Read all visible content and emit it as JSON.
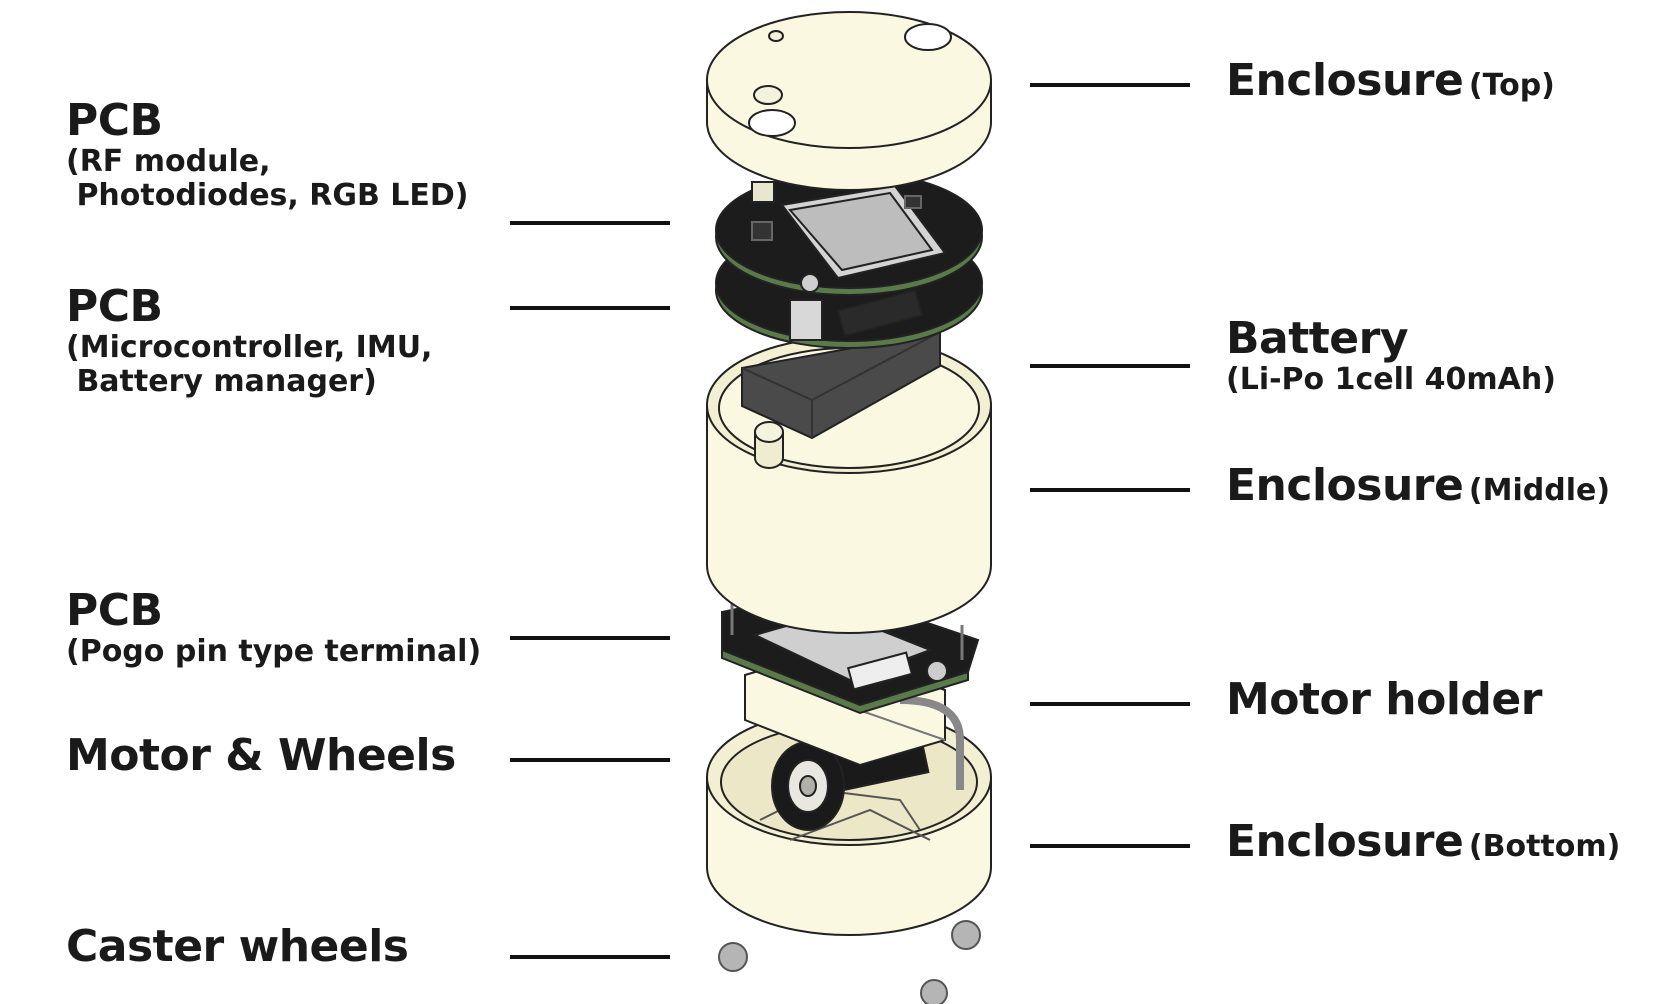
{
  "left_labels": [
    {
      "id": "pcb-rf",
      "main": "PCB",
      "sub": [
        "(RF module,",
        " Photodiodes, RGB LED)"
      ]
    },
    {
      "id": "pcb-mcu",
      "main": "PCB",
      "sub": [
        "(Microcontroller, IMU,",
        " Battery manager)"
      ]
    },
    {
      "id": "pcb-pogo",
      "main": "PCB",
      "sub": [
        "(Pogo pin type terminal)"
      ]
    },
    {
      "id": "motor-wheels",
      "main": "Motor & Wheels",
      "sub": []
    },
    {
      "id": "caster-wheels",
      "main": "Caster wheels",
      "sub": []
    }
  ],
  "right_labels": [
    {
      "id": "enclosure-top",
      "main": "Enclosure",
      "paren": "(Top)",
      "sub": []
    },
    {
      "id": "battery",
      "main": "Battery",
      "paren": "",
      "sub": [
        "(Li-Po 1cell 40mAh)"
      ]
    },
    {
      "id": "enclosure-middle",
      "main": "Enclosure",
      "paren": "(Middle)",
      "sub": []
    },
    {
      "id": "motor-holder",
      "main": "Motor holder",
      "paren": "",
      "sub": []
    },
    {
      "id": "enclosure-bottom",
      "main": "Enclosure",
      "paren": "(Bottom)",
      "sub": []
    }
  ],
  "colors": {
    "enclosure": "#fbf8e2",
    "pcb": "#1c1c1c",
    "pcb_edge": "#5a7a4a",
    "module": "#cfcfcf",
    "battery": "#4a4a4a",
    "caster": "#b5b5b5",
    "line": "#111111"
  }
}
